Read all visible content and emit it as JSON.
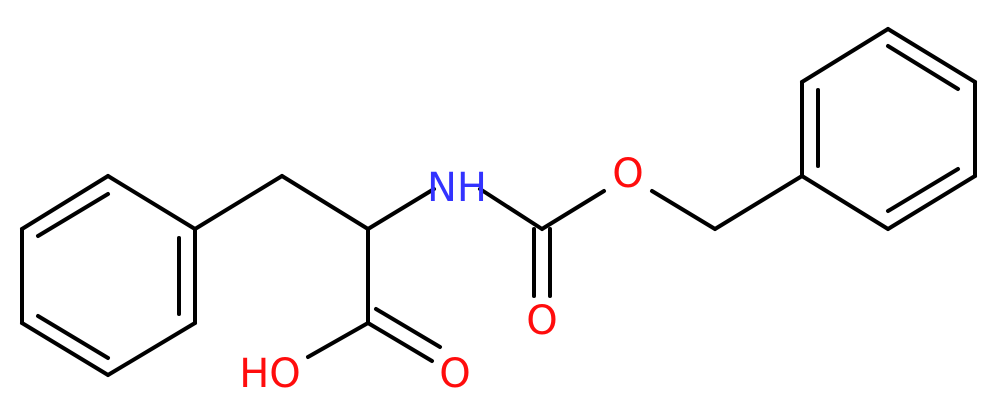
{
  "molecule": {
    "atoms": {
      "nh": "NH",
      "ether_oxygen": "O",
      "carbamate_carbonyl_oxygen": "O",
      "acid_carbonyl_oxygen": "O",
      "hydroxyl": "HO"
    }
  },
  "colors": {
    "bond": "#000000",
    "nitrogen": "#3333ff",
    "oxygen": "#ff0d0d"
  }
}
